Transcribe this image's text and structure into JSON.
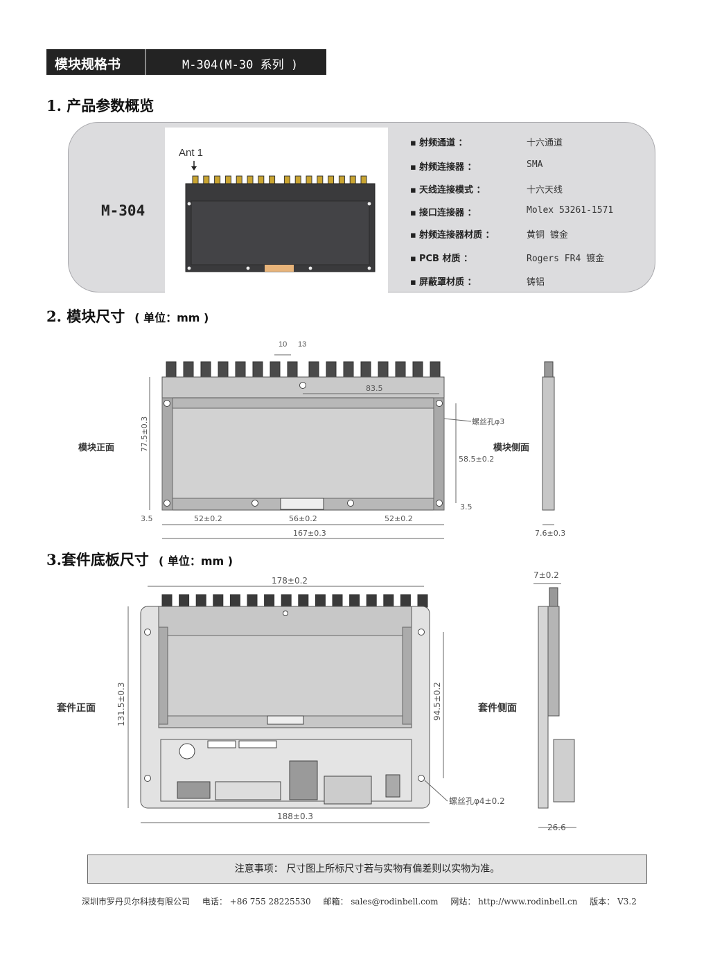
{
  "header": {
    "title": "模块规格书",
    "model": "M-304(M-30 系列 )"
  },
  "sections": {
    "s1": "1. 产品参数概览",
    "s2": "2. 模块尺寸",
    "s2_unit": "( 单位：mm )",
    "s3": "3.套件底板尺寸",
    "s3_unit": "( 单位：mm )"
  },
  "overview": {
    "model": "M-304",
    "ant_label": "Ant 1",
    "specs": [
      {
        "label": "射频通道 ：",
        "value": "十六通道"
      },
      {
        "label": "射频连接器 ：",
        "value": "SMA"
      },
      {
        "label": "天线连接模式 ：",
        "value": "十六天线"
      },
      {
        "label": "接口连接器 ：",
        "value": "Molex 53261-1571"
      },
      {
        "label": "射频连接器材质 ：",
        "value": "黄铜 镀金"
      },
      {
        "label": "PCB 材质 ：",
        "value": "Rogers FR4 镀金"
      },
      {
        "label": "屏蔽罩材质 ：",
        "value": "铸铝"
      }
    ]
  },
  "module_drawing": {
    "front_label": "模块正面",
    "side_label": "模块侧面",
    "d10": "10",
    "d13": "13",
    "d83": "83.5",
    "hole": "螺丝孔φ3",
    "h77": "77.5±0.3",
    "h58": "58.5±0.2",
    "d35a": "3.5",
    "d35b": "3.5",
    "w52a": "52±0.2",
    "w56": "56±0.2",
    "w52b": "52±0.2",
    "w167": "167±0.3",
    "t76": "7.6±0.3"
  },
  "kit_drawing": {
    "front_label": "套件正面",
    "side_label": "套件侧面",
    "w178": "178±0.2",
    "t7": "7±0.2",
    "h131": "131.5±0.3",
    "h94": "94.5±0.2",
    "hole": "螺丝孔φ4±0.2",
    "w188": "188±0.3",
    "d266": "26.6"
  },
  "notice": "注意事项： 尺寸图上所标尺寸若与实物有偏差则以实物为准。",
  "footer": {
    "company": "深圳市罗丹贝尔科技有限公司",
    "phone": "电话： +86 755 28225530",
    "email": "邮箱： sales@rodinbell.com",
    "site": "网站： http://www.rodinbell.cn",
    "version": "版本： V3.2"
  }
}
